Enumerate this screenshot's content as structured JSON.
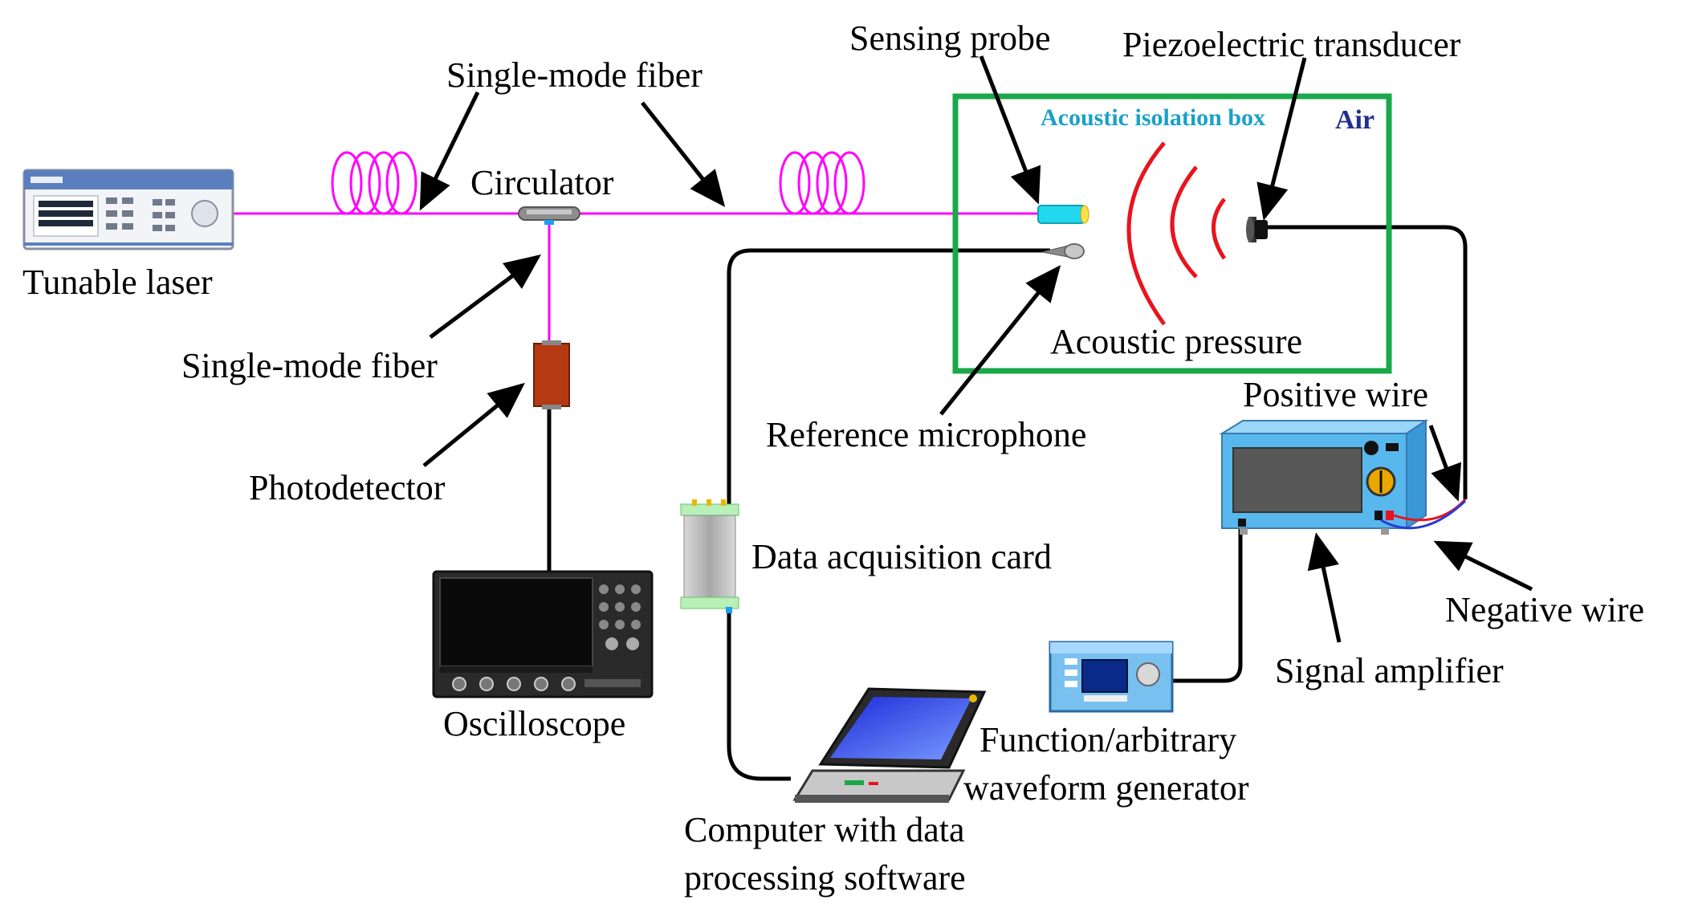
{
  "labels": {
    "tunable_laser": "Tunable laser",
    "single_mode_fiber_top": "Single-mode fiber",
    "circulator": "Circulator",
    "single_mode_fiber_mid": "Single-mode fiber",
    "photodetector": "Photodetector",
    "oscilloscope": "Oscilloscope",
    "sensing_probe": "Sensing probe",
    "piezoelectric_transducer": "Piezoelectric transducer",
    "acoustic_isolation_box": "Acoustic isolation box",
    "air": "Air",
    "acoustic_pressure": "Acoustic pressure",
    "reference_microphone": "Reference microphone",
    "positive_wire": "Positive wire",
    "negative_wire": "Negative wire",
    "signal_amplifier": "Signal amplifier",
    "data_acquisition_card": "Data acquisition card",
    "function_generator_line1": "Function/arbitrary",
    "function_generator_line2": "waveform generator",
    "computer_line1": "Computer with data",
    "computer_line2": "processing software"
  },
  "colors": {
    "fiber": "#ff00ff",
    "isolation_box_border": "#1aa84a",
    "acoustic_wave": "#e8141e",
    "sensing_probe": "#22d8ee",
    "photodetector": "#b53a14",
    "amplifier_body": "#58b8ee",
    "positive_wire": "#e8141e",
    "negative_wire": "#2a3ad8"
  }
}
